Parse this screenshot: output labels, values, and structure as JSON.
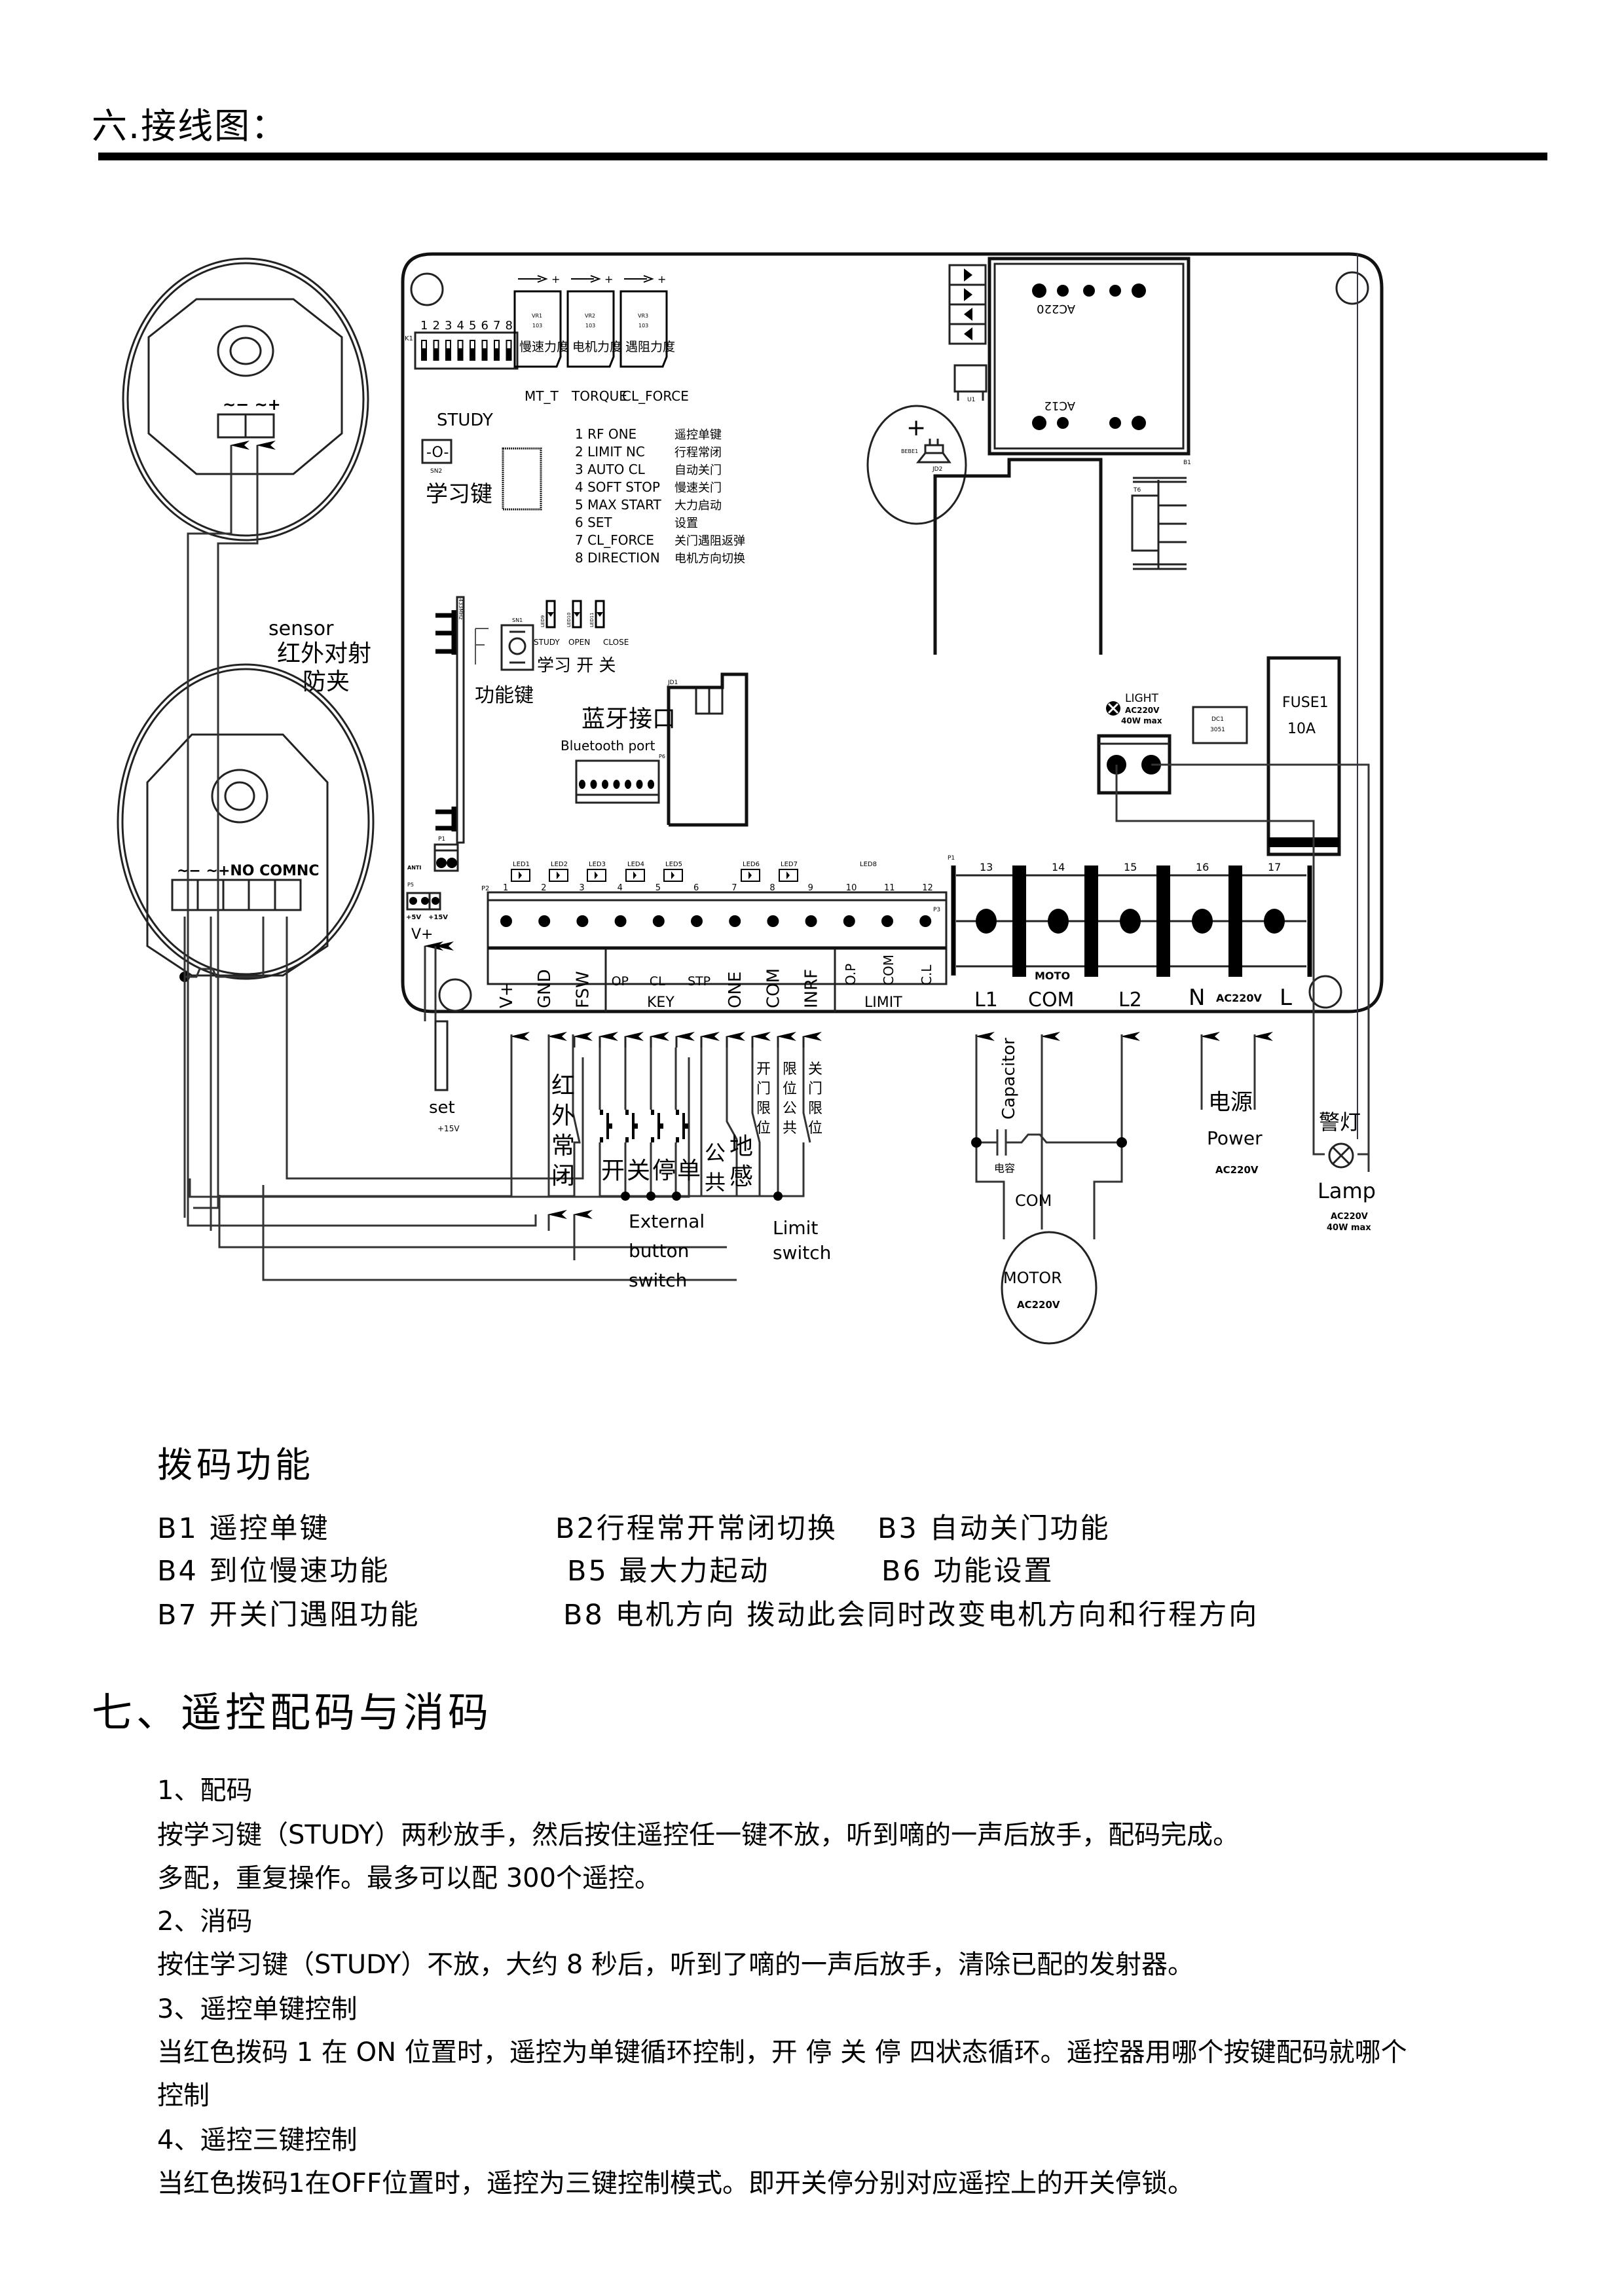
{
  "section6": {
    "title": "六.接线图："
  },
  "board": {
    "dip_label": "K1",
    "dip_numbers": [
      "1",
      "2",
      "3",
      "4",
      "5",
      "6",
      "7",
      "8"
    ],
    "pots": [
      {
        "ref": "VR1",
        "value": "103",
        "cn": "慢速力度",
        "label": "MT_T"
      },
      {
        "ref": "VR2",
        "value": "103",
        "cn": "电机力度",
        "label": "TORQUE"
      },
      {
        "ref": "VR3",
        "value": "103",
        "cn": "遇阻力度",
        "label": "CL_FORCE"
      }
    ],
    "pot_arrow_plus": "+",
    "study": {
      "label": "STUDY",
      "ref": "SN2",
      "cn": "学习键",
      "symbol": "-O-"
    },
    "dip_legend": [
      {
        "en": "1 RF  ONE",
        "cn": "遥控单键"
      },
      {
        "en": "2 LIMIT NC",
        "cn": "行程常闭"
      },
      {
        "en": "3 AUTO  CL",
        "cn": "自动关门"
      },
      {
        "en": "4 SOFT  STOP",
        "cn": "慢速关门"
      },
      {
        "en": "5 MAX  START",
        "cn": "大力启动"
      },
      {
        "en": "6 SET",
        "cn": "设置"
      },
      {
        "en": "7 CL_FORCE",
        "cn": "关门遇阻返弹"
      },
      {
        "en": "8 DIRECTION",
        "cn": "电机方向切换"
      }
    ],
    "buzzer": {
      "plus": "+",
      "ref": "BEBE1"
    },
    "relay_ref": "U1",
    "transformer": {
      "top": "AC220",
      "bottom": "AC12",
      "ref": "B1"
    },
    "jd2": "JD2",
    "jd1": "JD1",
    "t6": "T6",
    "antenna": "433MHz",
    "function_key": {
      "letter": "F",
      "ref": "SN1",
      "cn": "功能键"
    },
    "status_leds": [
      {
        "ref": "LED9",
        "en": "STUDY"
      },
      {
        "ref": "LED10",
        "en": "OPEN"
      },
      {
        "ref": "LED11",
        "en": "CLOSE"
      }
    ],
    "status_leds_cn": "学习 开 关",
    "bluetooth": {
      "cn": "蓝牙接口",
      "en": "Bluetooth port",
      "ref": "P6"
    },
    "light": {
      "title": "LIGHT",
      "volt": "AC220V",
      "power": "40W max"
    },
    "dc1": {
      "ref": "DC1",
      "value": "3051"
    },
    "fuse": {
      "name": "FUSE1",
      "rating": "10A"
    },
    "p1": "P1",
    "anti": "ANTI",
    "p5": "P5",
    "p5_labels": [
      "+5V",
      "+15V"
    ],
    "v_plus": "V+",
    "p2": "P2",
    "p3": "P3",
    "terminal_numbers": [
      "1",
      "2",
      "3",
      "4",
      "5",
      "6",
      "7",
      "8",
      "9",
      "10",
      "11",
      "12"
    ],
    "leds": [
      "LED1",
      "LED2",
      "LED3",
      "LED4",
      "LED5",
      "LED6",
      "LED7",
      "LED8"
    ],
    "terminal_labels": [
      "V+",
      "GND",
      "FSW",
      "OP",
      "CL",
      "STP",
      "ONE",
      "COM",
      "INRF",
      "O.P",
      "COM",
      "C.L"
    ],
    "key_group": "KEY",
    "limit_group": "LIMIT",
    "p1_power": "P1",
    "power_numbers": [
      "13",
      "14",
      "15",
      "16",
      "17"
    ],
    "power_labels": {
      "l1": "L1",
      "moto": "MOTO",
      "com": "COM",
      "l2": "L2",
      "n": "N",
      "ac": "AC220V",
      "l": "L"
    }
  },
  "sensor": {
    "top_pins": "~− ~+",
    "en": "sensor",
    "cn1": "红外对射",
    "cn2": "防夹",
    "bottom_pins": "~− ~+NO COMNC"
  },
  "external": {
    "set": "set",
    "set_volt": "+15V",
    "ir_nc": [
      "红",
      "外",
      "常",
      "闭"
    ],
    "buttons": [
      "开",
      "关",
      "停",
      "单"
    ],
    "common": [
      "公",
      "共"
    ],
    "ground": [
      "地",
      "感"
    ],
    "button_caption": [
      "External",
      "button",
      "switch"
    ],
    "limit_open": [
      "开",
      "门",
      "限",
      "位"
    ],
    "limit_com": [
      "限",
      "位",
      "公",
      "共"
    ],
    "limit_close": [
      "关",
      "门",
      "限",
      "位"
    ],
    "limit_caption": [
      "Limit",
      "switch"
    ],
    "capacitor_en": "Capacitor",
    "capacitor_cn": "电容",
    "motor_com": "COM",
    "motor": "MOTOR",
    "motor_volt": "AC220V",
    "power_cn": "电源",
    "power_en": "Power",
    "power_volt": "AC220V",
    "lamp_cn": "警灯",
    "lamp_en": "Lamp",
    "lamp_volt": "AC220V",
    "lamp_power": "40W max"
  },
  "dip_functions": {
    "title": "拨码功能",
    "rows": [
      [
        "B1 遥控单键",
        "B2行程常开常闭切换",
        "B3 自动关门功能"
      ],
      [
        "B4 到位慢速功能",
        "B5 最大力起动",
        "B6 功能设置"
      ],
      [
        "B7 开关门遇阻功能",
        "B8 电机方向 拨动此会同时改变电机方向和行程方向"
      ]
    ]
  },
  "section7": {
    "title": "七、遥控配码与消码",
    "items": [
      {
        "heading": "1、配码",
        "lines": [
          "按学习键（STUDY）两秒放手，然后按住遥控任一键不放，听到嘀的一声后放手，配码完成。",
          "多配，重复操作。最多可以配 300个遥控。"
        ]
      },
      {
        "heading": "2、消码",
        "lines": [
          "按住学习键（STUDY）不放，大约 8 秒后，听到了嘀的一声后放手，清除已配的发射器。"
        ]
      },
      {
        "heading": "3、遥控单键控制",
        "lines": [
          "当红色拨码 1 在 ON 位置时，遥控为单键循环控制，开 停 关 停 四状态循环。遥控器用哪个按键配码就哪个",
          "控制"
        ]
      },
      {
        "heading": "4、遥控三键控制",
        "lines": [
          "当红色拨码1在OFF位置时，遥控为三键控制模式。即开关停分别对应遥控上的开关停锁。"
        ]
      }
    ]
  }
}
